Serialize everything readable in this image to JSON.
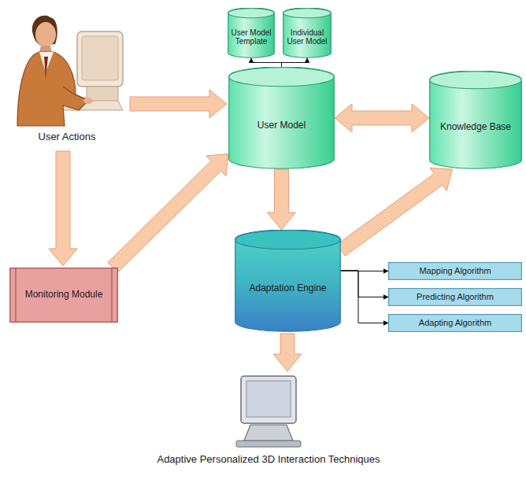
{
  "diagram": {
    "nodes": [
      {
        "text": [
          "User Model Template"
        ]
      },
      {
        "text": [
          "Individual User Model"
        ]
      },
      {
        "text": [
          "User Model"
        ]
      },
      {
        "text": [
          "Knowledge Base"
        ]
      },
      {
        "text": [
          "Monitoring Module"
        ]
      },
      {
        "text": [
          "Adaptation Engine"
        ]
      },
      {
        "text": [
          "Mapping Algorithm"
        ]
      },
      {
        "text": [
          "Predicting Algorithm"
        ]
      },
      {
        "text": [
          "Adapting Algorithm"
        ]
      }
    ],
    "edges": [
      {
        "from": 2,
        "to": 0,
        "arrow": "to"
      },
      {
        "from": 2,
        "to": 1,
        "arrow": "to"
      },
      {
        "from": 4,
        "to": 2,
        "arrow": "to"
      },
      {
        "from": 2,
        "to": 3,
        "arrow": "both"
      },
      {
        "from": 2,
        "to": 5,
        "arrow": "to"
      },
      {
        "from": 5,
        "to": 3,
        "arrow": "to"
      },
      {
        "from": 5,
        "to": 6,
        "arrow": "to"
      },
      {
        "from": 5,
        "to": 7,
        "arrow": "to"
      },
      {
        "from": 5,
        "to": 8,
        "arrow": "to"
      }
    ],
    "labels": [
      "User Actions",
      "Adaptive Personalized 3D Interaction Techniques"
    ]
  }
}
